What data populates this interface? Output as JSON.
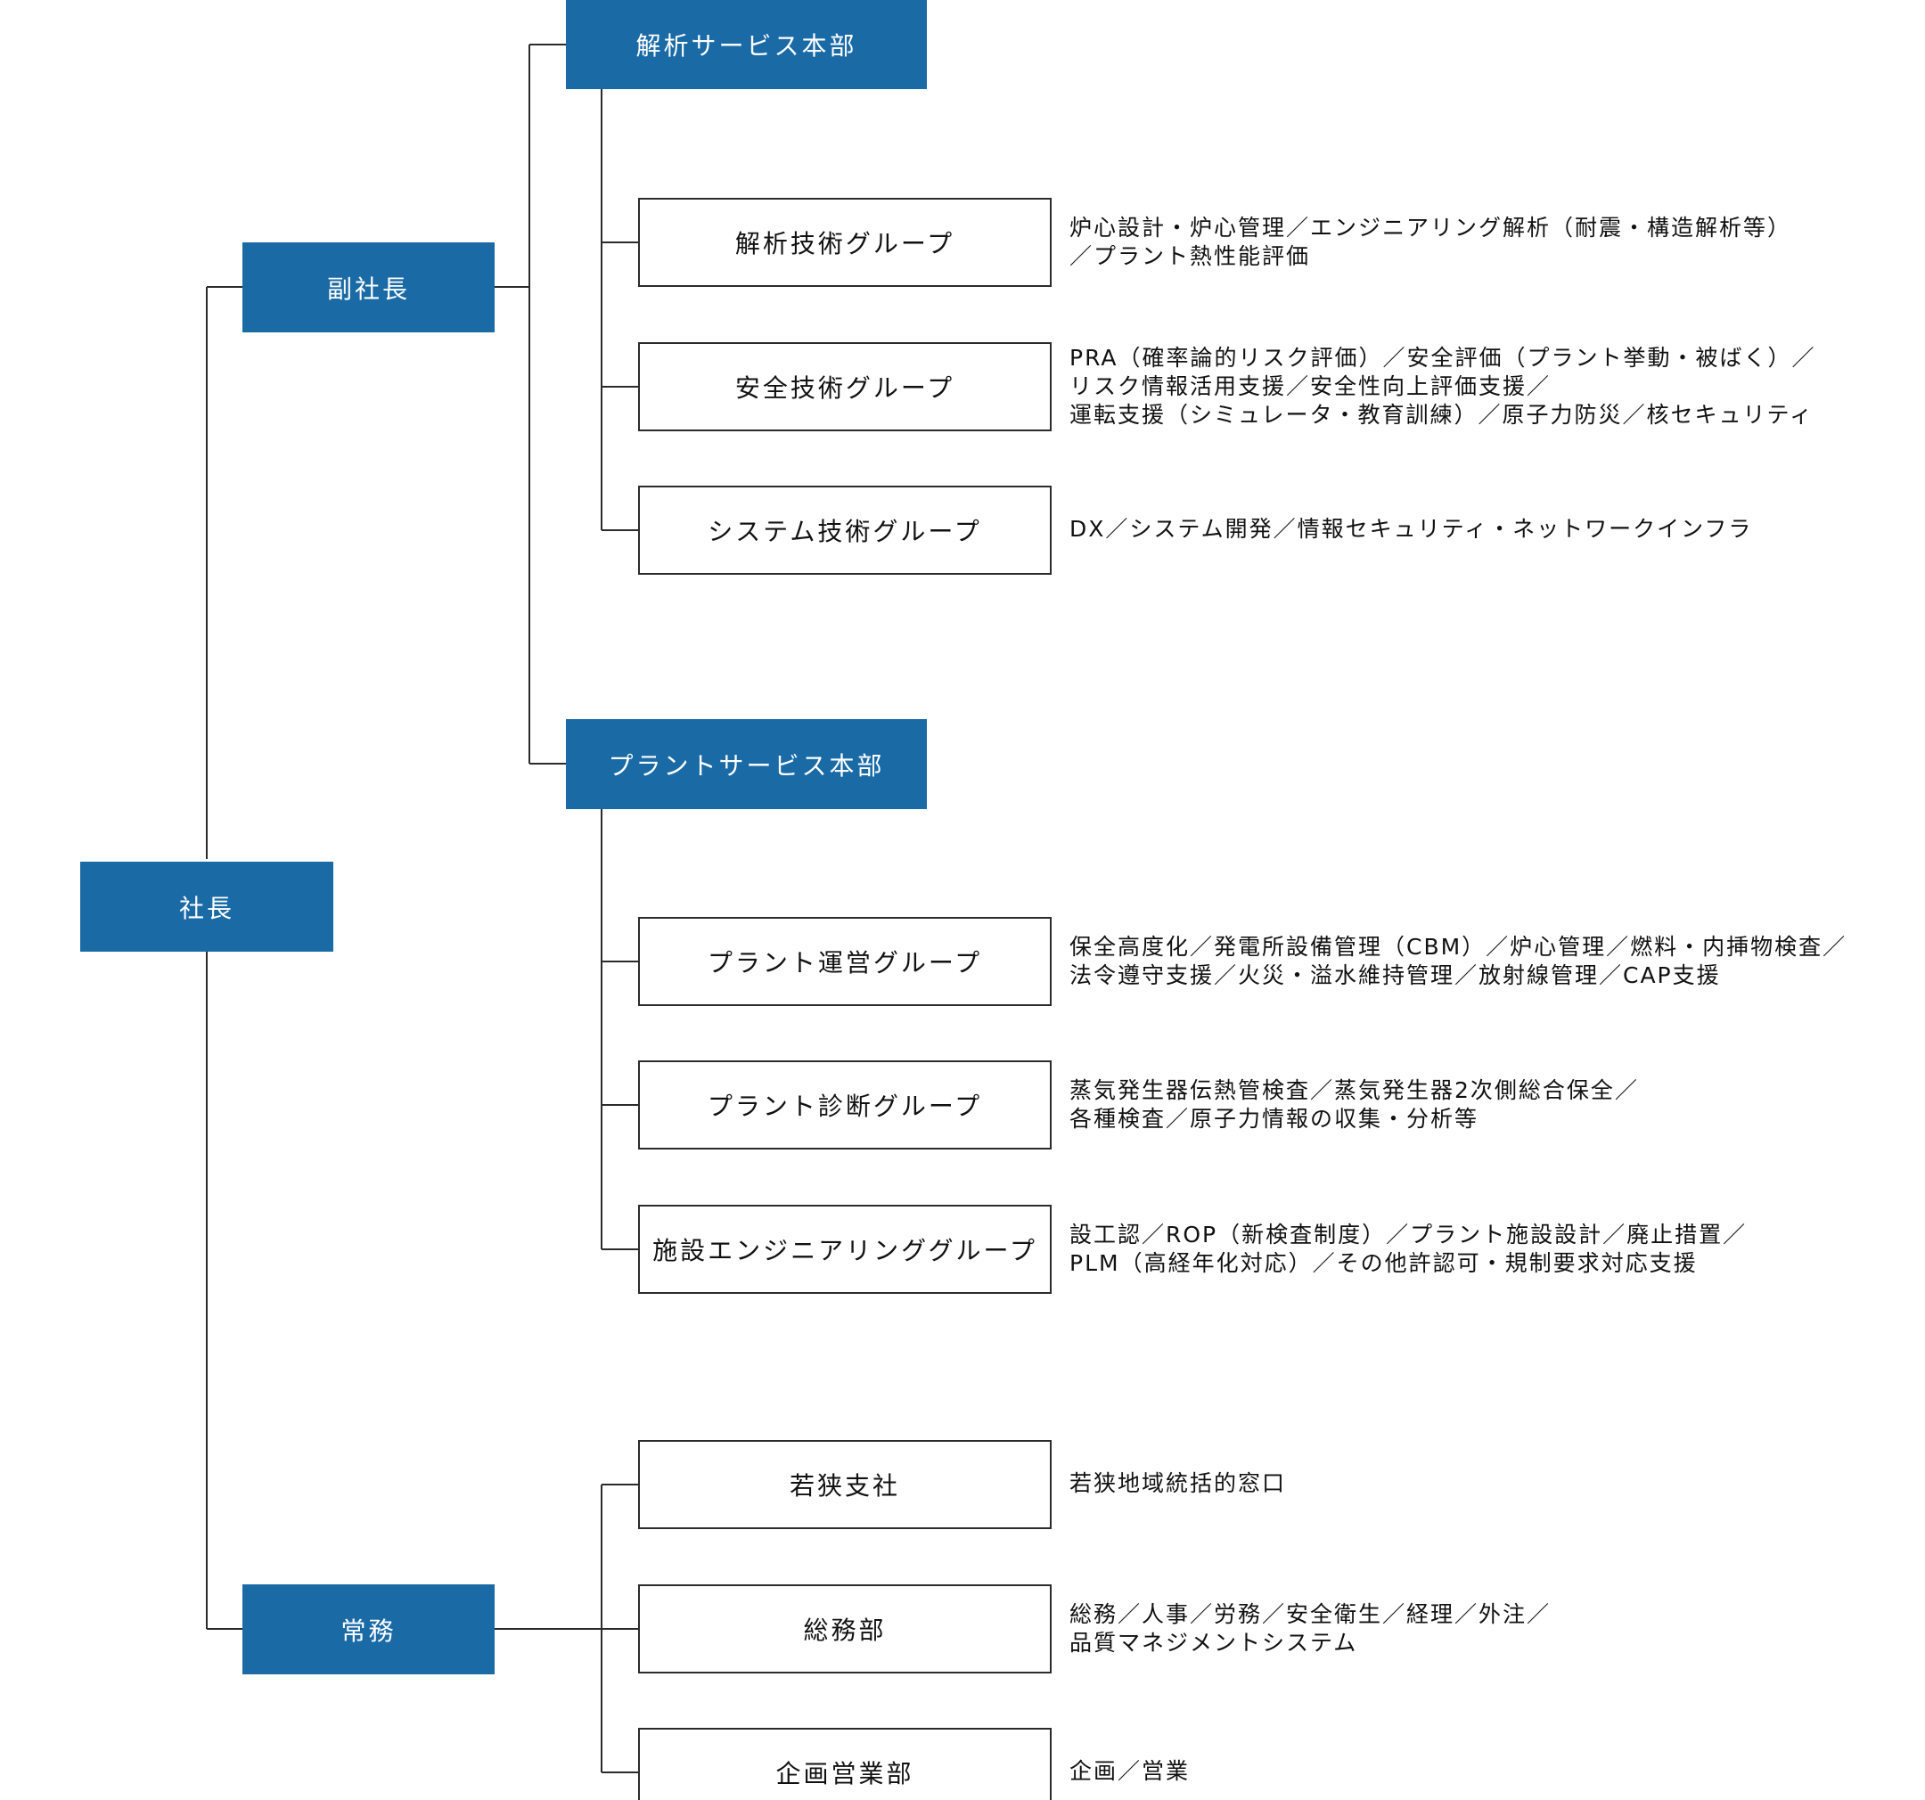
{
  "org": {
    "president": "社長",
    "vice_president": "副社長",
    "managing_director": "常務",
    "divisions": {
      "analysis": "解析サービス本部",
      "plant": "プラントサービス本部"
    },
    "groups": [
      {
        "name": "解析技術グループ",
        "desc": [
          "炉心設計・炉心管理／エンジニアリング解析（耐震・構造解析等）",
          "／プラント熱性能評価"
        ]
      },
      {
        "name": "安全技術グループ",
        "desc": [
          "PRA（確率論的リスク評価）／安全評価（プラント挙動・被ばく）／",
          "リスク情報活用支援／安全性向上評価支援／",
          "運転支援（シミュレータ・教育訓練）／原子力防災／核セキュリティ"
        ]
      },
      {
        "name": "システム技術グループ",
        "desc": [
          "DX／システム開発／情報セキュリティ・ネットワークインフラ"
        ]
      },
      {
        "name": "プラント運営グループ",
        "desc": [
          "保全高度化／発電所設備管理（CBM）／炉心管理／燃料・内挿物検査／",
          "法令遵守支援／火災・溢水維持管理／放射線管理／CAP支援"
        ]
      },
      {
        "name": "プラント診断グループ",
        "desc": [
          "蒸気発生器伝熱管検査／蒸気発生器2次側総合保全／",
          "各種検査／原子力情報の収集・分析等"
        ]
      },
      {
        "name": "施設エンジニアリンググループ",
        "desc": [
          "設工認／ROP（新検査制度）／プラント施設設計／廃止措置／",
          "PLM（高経年化対応）／その他許認可・規制要求対応支援"
        ]
      }
    ],
    "offices": [
      {
        "name": "若狭支社",
        "desc": [
          "若狭地域統括的窓口"
        ]
      },
      {
        "name": "総務部",
        "desc": [
          "総務／人事／労務／安全衛生／経理／外注／",
          "品質マネジメントシステム"
        ]
      },
      {
        "name": "企画営業部",
        "desc": [
          "企画／営業"
        ]
      }
    ]
  },
  "colors": {
    "box_blue": "#1a6aa6",
    "line": "#2b2b2b"
  }
}
